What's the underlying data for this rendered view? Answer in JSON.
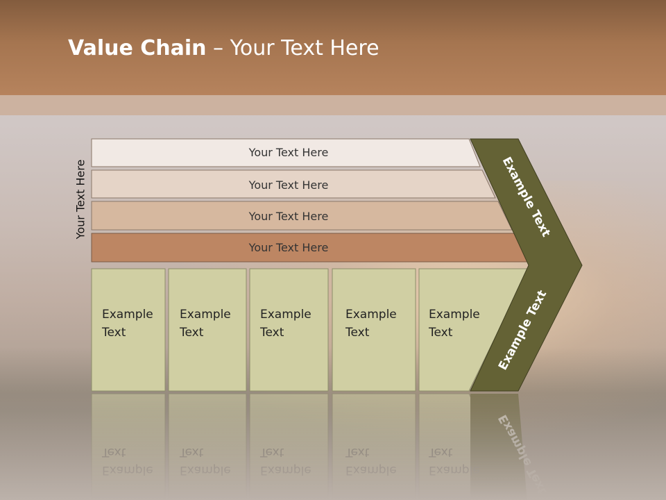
{
  "title": {
    "bold": "Value Chain",
    "rest": " – Your Text Here"
  },
  "side_label": "Your Text Here",
  "rows": [
    {
      "label": "Your Text Here",
      "fill": "#f1e9e4"
    },
    {
      "label": "Your Text Here",
      "fill": "#e5d4c7"
    },
    {
      "label": "Your Text Here",
      "fill": "#d6b89f"
    },
    {
      "label": "Your Text Here",
      "fill": "#bd8663"
    }
  ],
  "columns": [
    {
      "line1": "Example",
      "line2": "Text"
    },
    {
      "line1": "Example",
      "line2": "Text"
    },
    {
      "line1": "Example",
      "line2": "Text"
    },
    {
      "line1": "Example",
      "line2": "Text"
    },
    {
      "line1": "Example",
      "line2": "Text"
    }
  ],
  "chevron_upper": "Example Text",
  "chevron_lower": "Example Text",
  "colors": {
    "header": "#a57550",
    "column_fill": "#d0cfa3",
    "chevron": "#646235"
  }
}
